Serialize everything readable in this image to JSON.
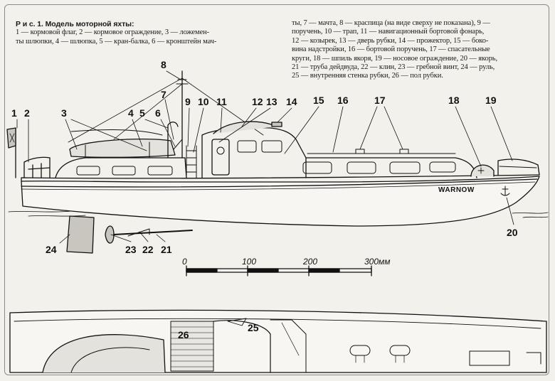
{
  "figure": {
    "title": "Р и с. 1. Модель моторной яхты:",
    "legend_left": [
      "1 — кормовой флаг, 2 — кормовое ограждение, 3 — ложемен-",
      "ты шлюпки, 4 — шлюпка, 5 — кран-балка, 6 — кронштейн мач-"
    ],
    "legend_right": [
      "ты, 7 — мачта, 8 — краспица (на виде сверху не показана), 9 —",
      "поручень, 10 — трап, 11 — навигационный бортовой фонарь,",
      "12 — козырек, 13 — дверь рубки, 14 — прожектор, 15 — боко-",
      "вина надстройки, 16 — бортовой поручень, 17 — спасательные",
      "круги, 18 — шпиль якоря, 19 — носовое ограждение, 20 — якорь,",
      "21 — труба дейдвуда, 22 — клин, 23 — гребной винт, 24 — руль,",
      "25 — внутренняя стенка рубки, 26 — пол рубки."
    ]
  },
  "callouts": {
    "c1": "1",
    "c2": "2",
    "c3": "3",
    "c4": "4",
    "c5": "5",
    "c6": "6",
    "c7": "7",
    "c8": "8",
    "c9": "9",
    "c10": "10",
    "c11": "11",
    "c12": "12",
    "c13": "13",
    "c14": "14",
    "c15": "15",
    "c16": "16",
    "c17": "17",
    "c18": "18",
    "c19": "19",
    "c20": "20",
    "c21": "21",
    "c22": "22",
    "c23": "23",
    "c24": "24",
    "c25": "25",
    "c26": "26"
  },
  "hull_name": "WARNOW",
  "scale": {
    "t0": "0",
    "t100": "100",
    "t200": "200",
    "t300": "300мм"
  },
  "colors": {
    "ink": "#111111",
    "paper": "#f3f1ec",
    "shade": "#c9c6bf"
  }
}
